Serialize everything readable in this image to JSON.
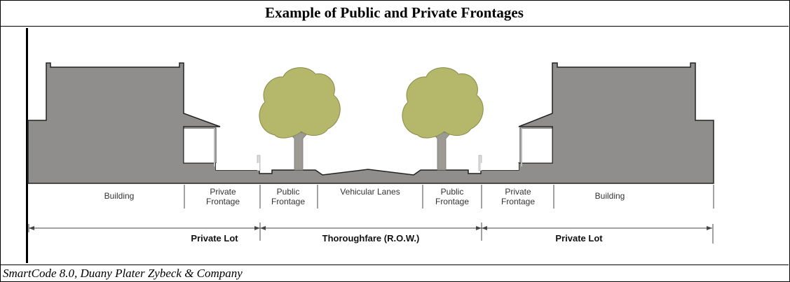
{
  "title": "Example of Public and Private Frontages",
  "caption": "SmartCode 8.0, Duany Plater Zybeck & Company",
  "section_labels": {
    "building_left": "Building",
    "private_frontage_left": [
      "Private",
      "Frontage"
    ],
    "public_frontage_left": [
      "Public",
      "Frontage"
    ],
    "vehicular_lanes": "Vehicular Lanes",
    "public_frontage_right": [
      "Public",
      "Frontage"
    ],
    "private_frontage_right": [
      "Private",
      "Frontage"
    ],
    "building_right": "Building"
  },
  "dimension_labels": {
    "private_lot_left": "Private Lot",
    "thoroughfare": "Thoroughfare (R.O.W.)",
    "private_lot_right": "Private Lot"
  },
  "colors": {
    "ground": "#8f8e8c",
    "tree_canopy": "#b5b86a",
    "tree_trunk": "#9c9a92",
    "line": "#000000"
  }
}
